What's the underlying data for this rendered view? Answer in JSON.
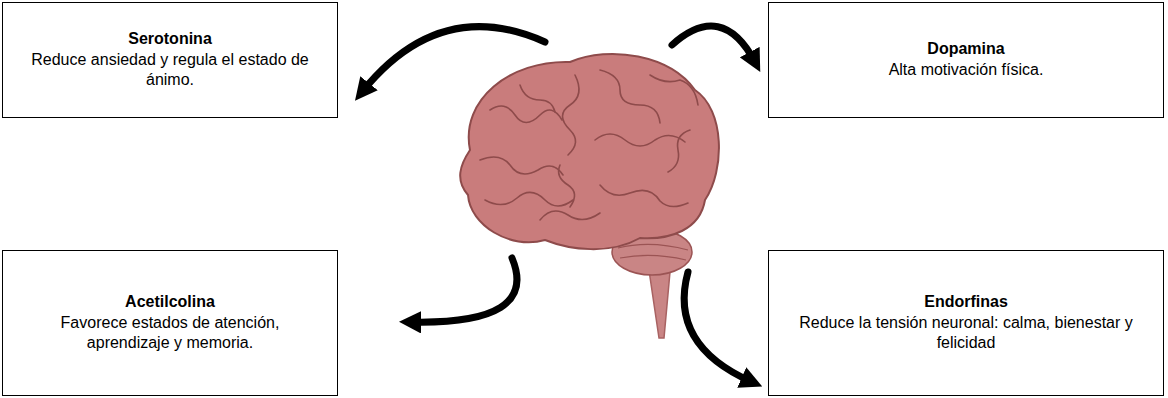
{
  "diagram": {
    "nodes": [
      {
        "text": [
          "Serotonina",
          "Reduce ansiedad y regula el estado de ánimo."
        ]
      },
      {
        "text": [
          "Dopamina",
          "Alta motivación física."
        ]
      },
      {
        "text": [
          "Acetilcolina",
          "Favorece estados de atención, aprendizaje y memoria."
        ]
      },
      {
        "text": [
          "Endorfinas",
          "Reduce la tensión neuronal: calma, bienestar y felicidad"
        ]
      }
    ]
  }
}
